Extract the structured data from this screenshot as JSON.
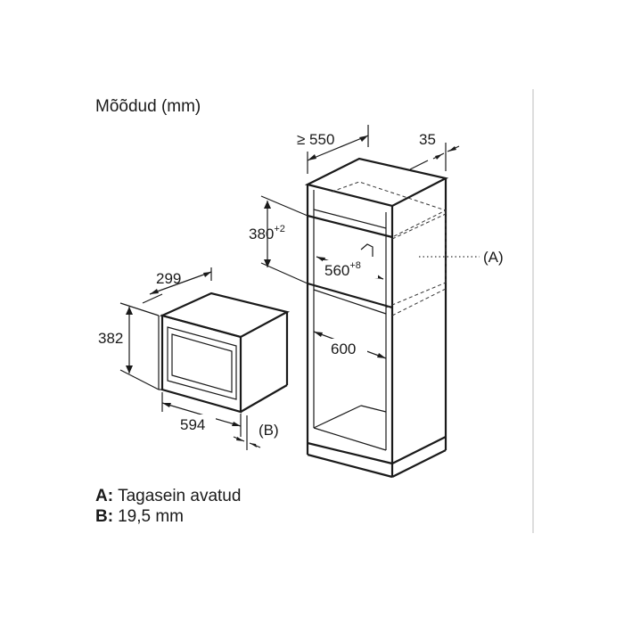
{
  "title": "Mõõdud (mm)",
  "dimensions": {
    "cabinet_depth": "≥ 550",
    "cabinet_gap": "35",
    "niche_height": "380",
    "niche_height_tol": "+2",
    "niche_width": "560",
    "niche_width_tol": "+8",
    "cabinet_inner_depth": "600",
    "oven_depth": "299",
    "oven_height": "382",
    "oven_width": "594"
  },
  "callouts": {
    "a": "(A)",
    "b": "(B)"
  },
  "legend": [
    {
      "key": "A:",
      "text": "Tagasein avatud"
    },
    {
      "key": "B:",
      "text": "19,5 mm"
    }
  ]
}
